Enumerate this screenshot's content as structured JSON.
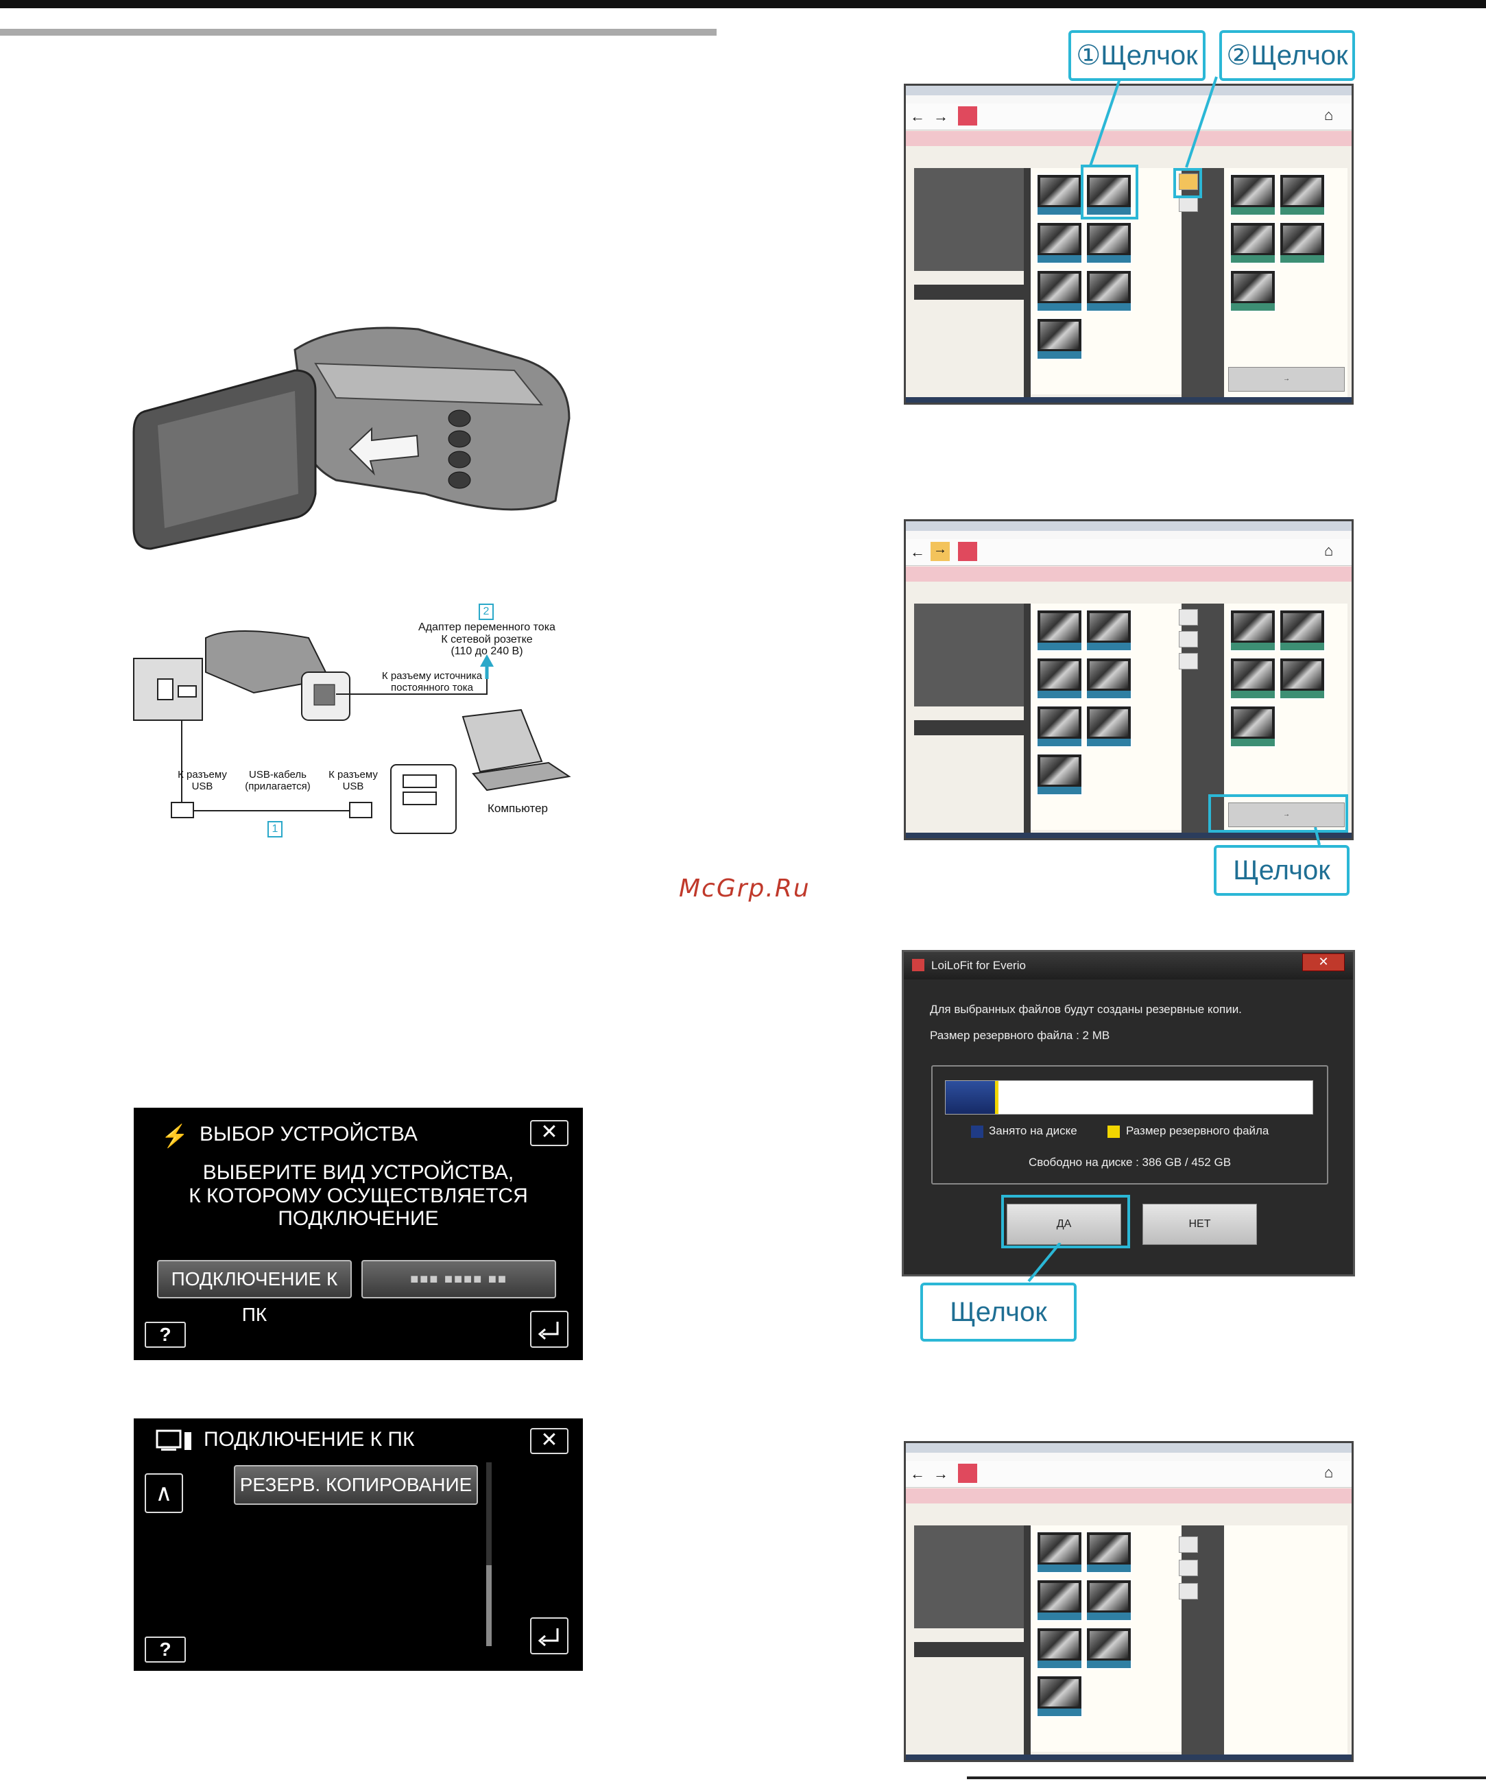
{
  "watermark": "McGrp.Ru",
  "diagram": {
    "step1": "1",
    "step2": "2",
    "adapter_line1": "Адаптер переменного тока",
    "adapter_line2": "К сетевой розетке",
    "adapter_line3": "(110 до 240 В)",
    "dc_line1": "К разъему источника",
    "dc_line2": "постоянного тока",
    "usb_left_line1": "К разъему",
    "usb_left_line2": "USB",
    "cable_line1": "USB-кабель",
    "cable_line2": "(прилагается)",
    "usb_right_line1": "К разъему",
    "usb_right_line2": "USB",
    "computer": "Компьютер"
  },
  "screen1": {
    "title": "ВЫБОР УСТРОЙСТВА",
    "message_line1": "ВЫБЕРИТЕ ВИД УСТРОЙСТВА,",
    "message_line2": "К КОТОРОМУ ОСУЩЕСТВЛЯЕТСЯ",
    "message_line3": "ПОДКЛЮЧЕНИЕ",
    "btn_pc": "ПОДКЛЮЧЕНИЕ К ПК",
    "btn_other": "■■■ ■■■■ ■■",
    "close": "✕",
    "help": "?"
  },
  "screen2": {
    "title": "ПОДКЛЮЧЕНИЕ К ПК",
    "btn_backup": "РЕЗЕРВ. КОПИРОВАНИЕ",
    "close": "✕",
    "help": "?",
    "up": "∧"
  },
  "callouts": {
    "click1": "①Щелчок",
    "click2": "②Щелчок",
    "click_next": "Щелчок",
    "click_yes": "Щелчок"
  },
  "dialog": {
    "title": "LoiLoFit for Everio",
    "line1": "Для выбранных файлов будут созданы резервные копии.",
    "line2": "Размер резервного файла : 2 MB",
    "legend_used": "Занято на диске",
    "legend_backup": "Размер резервного файла",
    "free": "Свободно на диске : 386 GB / 452 GB",
    "yes": "ДА",
    "no": "НЕТ",
    "close": "✕",
    "used_color": "#1f3b85",
    "backup_color": "#f2d600"
  }
}
